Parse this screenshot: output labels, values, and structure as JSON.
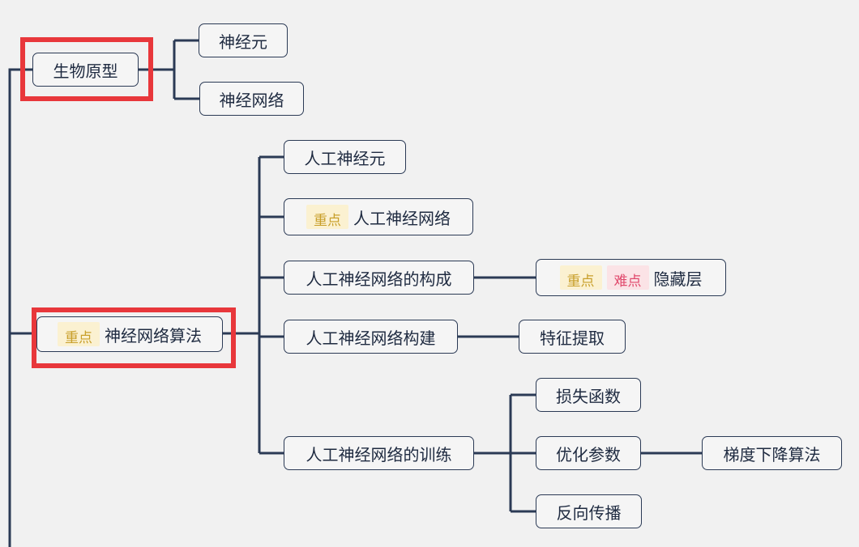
{
  "mindmap": {
    "colors": {
      "line": "#2b3a55",
      "highlight": "#e8373b",
      "tag_key_bg": "#fbf1d1",
      "tag_hard_bg": "#fbe3e6"
    },
    "tags": {
      "key": "重点",
      "hard": "难点"
    },
    "nodes": {
      "bio": "生物原型",
      "neuron": "神经元",
      "neural_net": "神经网络",
      "algo": "神经网络算法",
      "ann": "人工神经元",
      "ann_net": "人工神经网络",
      "ann_comp": "人工神经网络的构成",
      "hidden": "隐藏层",
      "ann_build": "人工神经网络构建",
      "feature": "特征提取",
      "ann_train": "人工神经网络的训练",
      "loss": "损失函数",
      "optimize": "优化参数",
      "gd": "梯度下降算法",
      "backprop": "反向传播"
    }
  }
}
